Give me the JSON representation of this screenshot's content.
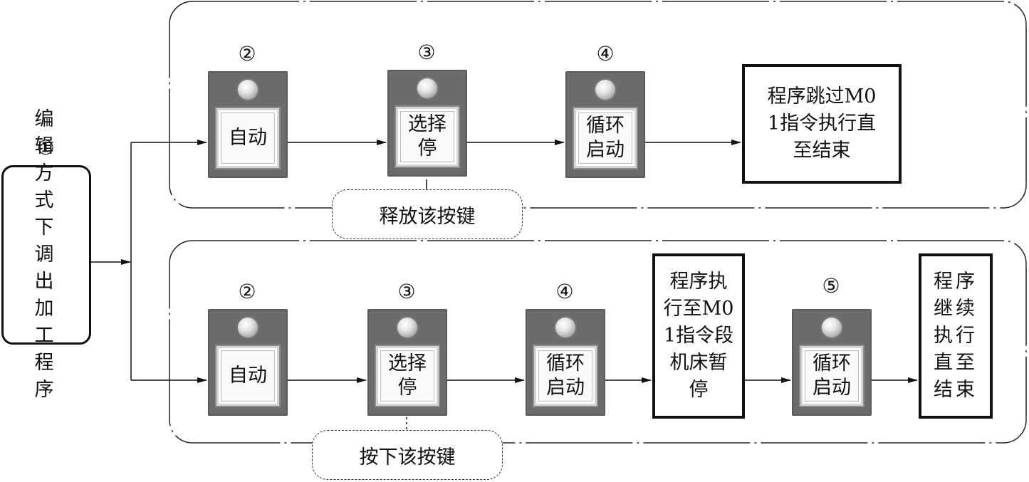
{
  "start": {
    "number": "①",
    "text": "编辑方式下调出加工程序"
  },
  "top_flow": {
    "steps": [
      {
        "number": "②",
        "label": "自动"
      },
      {
        "number": "③",
        "label": "选择停"
      },
      {
        "number": "④",
        "label": "循环启动"
      }
    ],
    "result": "程序跳过M01指令执行直至结束",
    "note": "释放该按键"
  },
  "bottom_flow": {
    "steps": [
      {
        "number": "②",
        "label": "自动"
      },
      {
        "number": "③",
        "label": "选择停"
      },
      {
        "number": "④",
        "label": "循环启动"
      },
      {
        "number": "⑤",
        "label": "循环启动"
      }
    ],
    "intermediate": "程序执行至M01指令段机床暂停",
    "result": "程序继续执行直至结束",
    "note": "按下该按键"
  },
  "icons": {
    "indicator_lamp": "indicator-lamp-icon"
  }
}
